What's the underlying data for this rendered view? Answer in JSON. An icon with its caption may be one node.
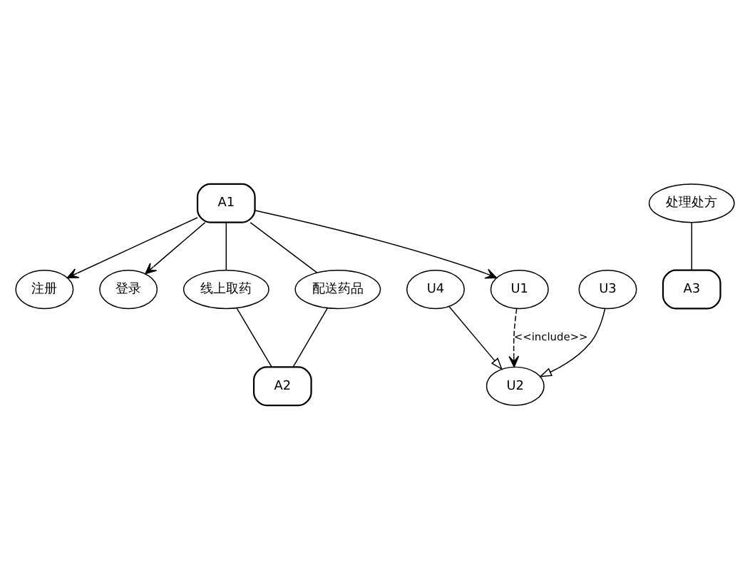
{
  "diagram": {
    "nodes": [
      {
        "text": [
          "A1"
        ]
      },
      {
        "text": [
          "注册"
        ]
      },
      {
        "text": [
          "登录"
        ]
      },
      {
        "text": [
          "U1"
        ]
      },
      {
        "text": [
          "U2"
        ]
      },
      {
        "text": [
          "U3"
        ]
      },
      {
        "text": [
          "U4"
        ]
      },
      {
        "text": [
          "线上取药"
        ]
      },
      {
        "text": [
          "配送药品"
        ]
      },
      {
        "text": [
          "A2"
        ]
      },
      {
        "text": [
          "处理处方"
        ]
      },
      {
        "text": [
          "A3"
        ]
      }
    ],
    "edges": [
      {
        "from": 0,
        "to": 1,
        "arrow": "to"
      },
      {
        "from": 0,
        "to": 2,
        "arrow": "to"
      },
      {
        "from": 0,
        "to": 3,
        "arrow": "to"
      },
      {
        "from": 3,
        "to": 4,
        "arrow": "to",
        "style": "dashed",
        "label": "<<include>>"
      },
      {
        "from": 5,
        "to": 4,
        "arrow": "to"
      },
      {
        "from": 6,
        "to": 4,
        "arrow": "to"
      },
      {
        "from": 0,
        "to": 7,
        "arrow": "none"
      },
      {
        "from": 0,
        "to": 8,
        "arrow": "none"
      },
      {
        "from": 7,
        "to": 9,
        "arrow": "none"
      },
      {
        "from": 8,
        "to": 9,
        "arrow": "none"
      },
      {
        "from": 10,
        "to": 11,
        "arrow": "none"
      }
    ]
  }
}
